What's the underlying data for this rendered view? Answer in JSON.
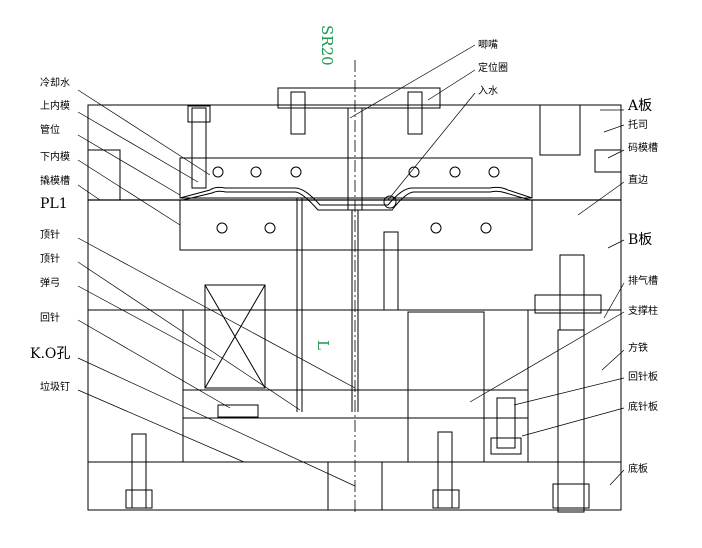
{
  "diagram": {
    "sr_label": "SR20",
    "l_label": "L",
    "pl_label": "PL1",
    "left_labels": [
      {
        "id": "cooling-water",
        "text": "冷却水"
      },
      {
        "id": "upper-insert",
        "text": "上内模"
      },
      {
        "id": "pipe-position",
        "text": "管位"
      },
      {
        "id": "lower-insert",
        "text": "下内模"
      },
      {
        "id": "pry-slot-left",
        "text": "撬模槽"
      },
      {
        "id": "ejector-pin-1",
        "text": "顶针"
      },
      {
        "id": "ejector-pin-2",
        "text": "顶针"
      },
      {
        "id": "spring",
        "text": "弹弓"
      },
      {
        "id": "return-pin",
        "text": "回针"
      },
      {
        "id": "ko-hole",
        "text": "K.O孔"
      },
      {
        "id": "pull-rod",
        "text": "垃圾钉"
      }
    ],
    "right_labels": [
      {
        "id": "sprue-bushing",
        "text": "唧嘴"
      },
      {
        "id": "locating-ring",
        "text": "定位圈"
      },
      {
        "id": "water-inlet",
        "text": "入水"
      },
      {
        "id": "a-plate",
        "text": "A板"
      },
      {
        "id": "guide-bush",
        "text": "托司"
      },
      {
        "id": "pry-slot-right",
        "text": "码模槽"
      },
      {
        "id": "guide-pillar",
        "text": "直边"
      },
      {
        "id": "b-plate",
        "text": "B板"
      },
      {
        "id": "vent-slot",
        "text": "排气槽"
      },
      {
        "id": "support-pillar",
        "text": "支撑柱"
      },
      {
        "id": "spacer-block",
        "text": "方铁"
      },
      {
        "id": "ejector-retainer",
        "text": "回针板"
      },
      {
        "id": "ejector-base",
        "text": "底针板"
      },
      {
        "id": "bottom-plate",
        "text": "底板"
      }
    ],
    "colors": {
      "line": "#000000",
      "accent": "#1a9a50"
    }
  }
}
